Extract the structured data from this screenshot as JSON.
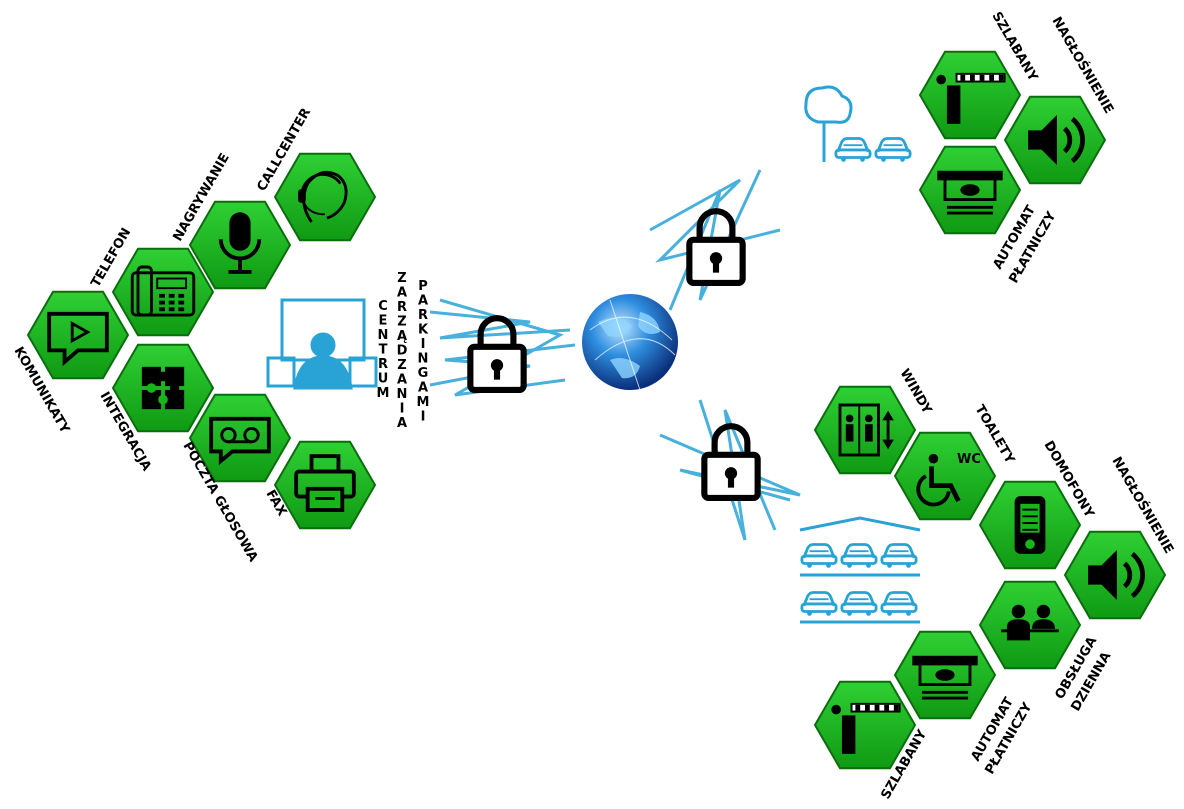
{
  "colors": {
    "hex_fill": "#16b51a",
    "hex_stroke": "#0b6e0e",
    "icon": "#000000",
    "accent": "#29a3d6",
    "globe": "#1d6fd1"
  },
  "center": {
    "label_col1": "CENTRUM",
    "label_col2": "ZARZĄDZANIA",
    "label_col3": "PARKINGAMI"
  },
  "left_cluster": [
    {
      "label": "KOMUNIKATY",
      "icon": "video-message-icon"
    },
    {
      "label": "TELEFON",
      "icon": "desk-phone-icon"
    },
    {
      "label": "NAGRYWANIE",
      "icon": "microphone-icon"
    },
    {
      "label": "CALLCENTER",
      "icon": "headset-icon"
    },
    {
      "label": "INTEGRACJA",
      "icon": "puzzle-icon"
    },
    {
      "label": "POCZTA GŁOSOWA",
      "icon": "voicemail-icon"
    },
    {
      "label": "FAX",
      "icon": "printer-icon"
    }
  ],
  "top_right_cluster": [
    {
      "label": "SZLABANY",
      "icon": "barrier-icon"
    },
    {
      "label": "NAGŁOŚNIENIE",
      "icon": "speaker-icon"
    },
    {
      "label_line1": "AUTOMAT",
      "label_line2": "PŁATNICZY",
      "icon": "cash-machine-icon"
    }
  ],
  "bottom_right_cluster": [
    {
      "label": "WINDY",
      "icon": "elevator-icon"
    },
    {
      "label": "TOALETY",
      "icon": "wheelchair-wc-icon",
      "badge": "WC"
    },
    {
      "label": "DOMOFONY",
      "icon": "intercom-icon"
    },
    {
      "label": "NAGŁOŚNIENIE",
      "icon": "speaker-icon"
    },
    {
      "label_line1": "OBSŁUGA",
      "label_line2": "DZIENNA",
      "icon": "staff-icon"
    },
    {
      "label_line1": "AUTOMAT",
      "label_line2": "PŁATNICZY",
      "icon": "cash-machine-icon"
    },
    {
      "label": "SZLABANY",
      "icon": "barrier-icon"
    }
  ]
}
